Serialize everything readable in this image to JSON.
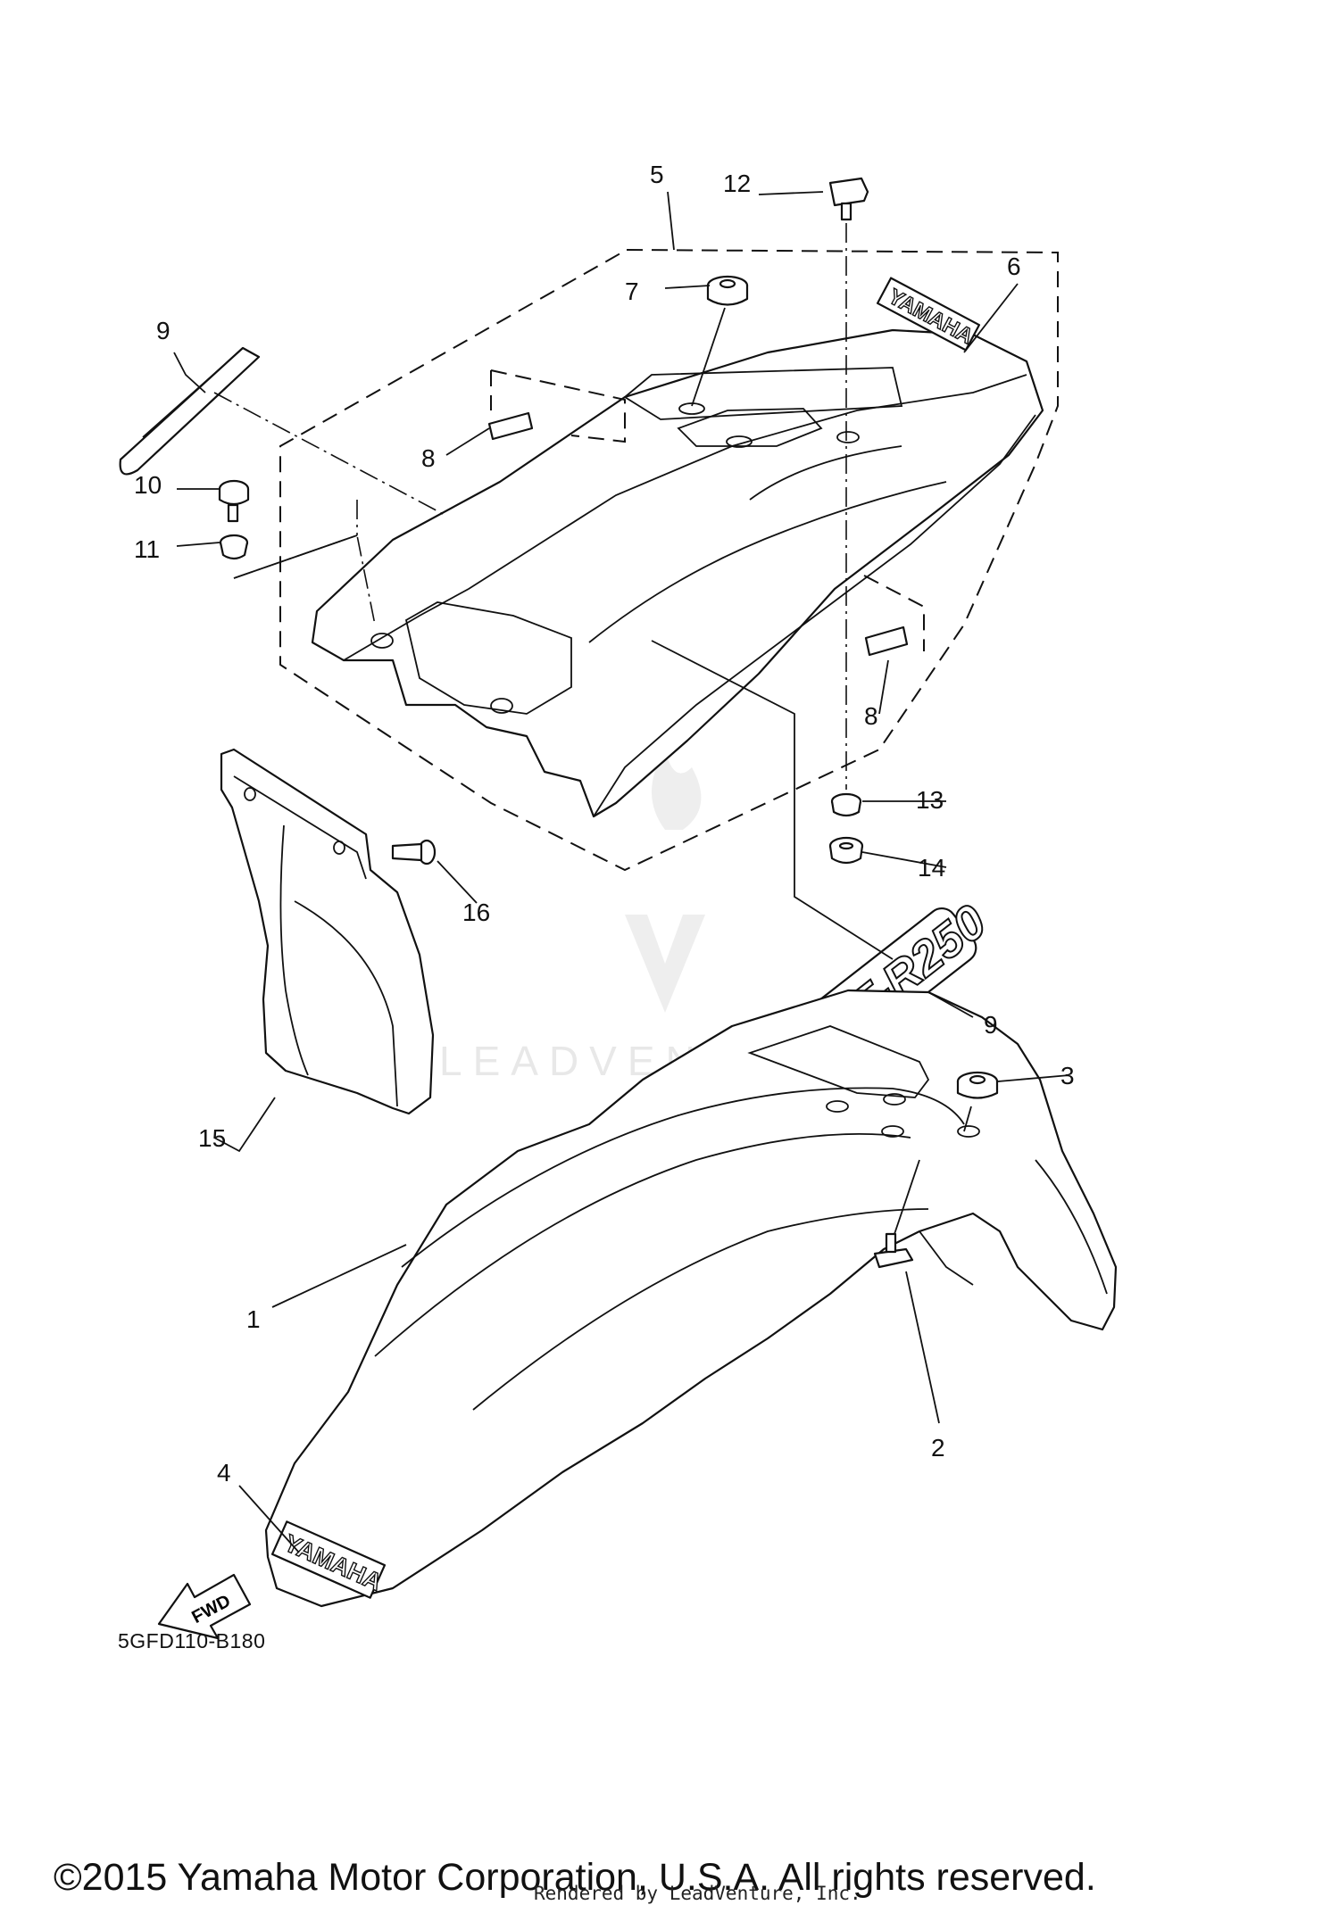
{
  "diagram": {
    "code": "5GFD110-B180",
    "fwd_label": "FWD",
    "watermark": "LEADVENTURE",
    "decals": {
      "yamaha": "YAMAHA",
      "model": "TT-R250"
    },
    "callouts": [
      {
        "number": "1"
      },
      {
        "number": "2"
      },
      {
        "number": "3"
      },
      {
        "number": "4"
      },
      {
        "number": "5"
      },
      {
        "number": "6"
      },
      {
        "number": "7"
      },
      {
        "number": "8"
      },
      {
        "number": "8"
      },
      {
        "number": "9"
      },
      {
        "number": "9"
      },
      {
        "number": "10"
      },
      {
        "number": "11"
      },
      {
        "number": "12"
      },
      {
        "number": "13"
      },
      {
        "number": "14"
      },
      {
        "number": "15"
      },
      {
        "number": "16"
      }
    ]
  },
  "footer": {
    "copyright": "©2015 Yamaha Motor Corporation, U.S.A. All rights reserved.",
    "rendered_by": "Rendered by LeadVenture, Inc."
  }
}
